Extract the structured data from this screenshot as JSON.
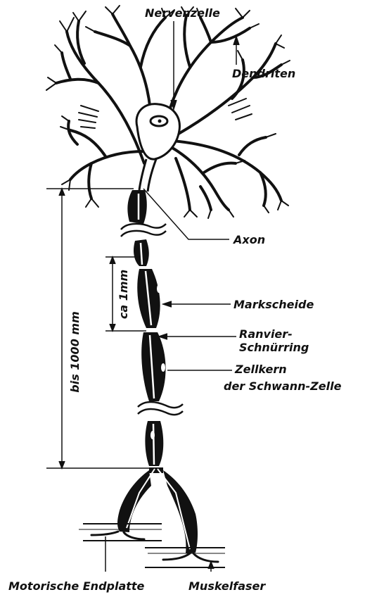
{
  "labels": {
    "nerve_cell": "Nervenzelle",
    "dendrites": "Dendriten",
    "axon": "Axon",
    "approx_1mm": "ca 1mm",
    "up_to_1000mm": "bis 1000 mm",
    "myelin_sheath": "Markscheide",
    "node_line1": "Ranvier-",
    "node_line2": "Schnürring",
    "nucleus_line1": "Zellkern",
    "nucleus_line2": "der Schwann-Zelle",
    "motor_end_plate": "Motorische Endplatte",
    "muscle_fiber": "Muskelfaser"
  }
}
